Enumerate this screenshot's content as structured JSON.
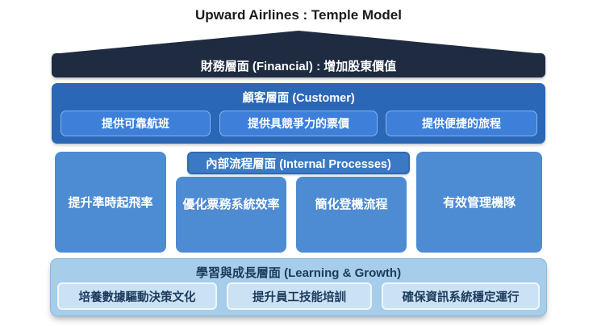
{
  "title": "Upward Airlines : Temple Model",
  "colors": {
    "roof": "#1e2b40",
    "customer_band": "#2b67b7",
    "customer_box": "#3d7fd9",
    "customer_box_border": "#85b5ea",
    "pillar": "#4d8bd3",
    "internal_header": "#3b79c5",
    "learning_band": "#a6cdea",
    "learning_box": "#cbe2f5",
    "dark_text": "#1d3a5c",
    "white": "#ffffff"
  },
  "financial": {
    "label": "財務層面 (Financial) : 增加股東價值"
  },
  "customer": {
    "header": "顧客層面 (Customer)",
    "boxes": [
      "提供可靠航班",
      "提供具競爭力的票價",
      "提供便捷的旅程"
    ]
  },
  "internal": {
    "header": "內部流程層面 (Internal Processes)",
    "pillars": [
      "提升準時起飛率",
      "優化票務系統效率",
      "簡化登機流程",
      "有效管理機隊"
    ]
  },
  "learning": {
    "header": "學習與成長層面 (Learning & Growth)",
    "boxes": [
      "培養數據驅動決策文化",
      "提升員工技能培訓",
      "確保資訊系統穩定運行"
    ]
  }
}
